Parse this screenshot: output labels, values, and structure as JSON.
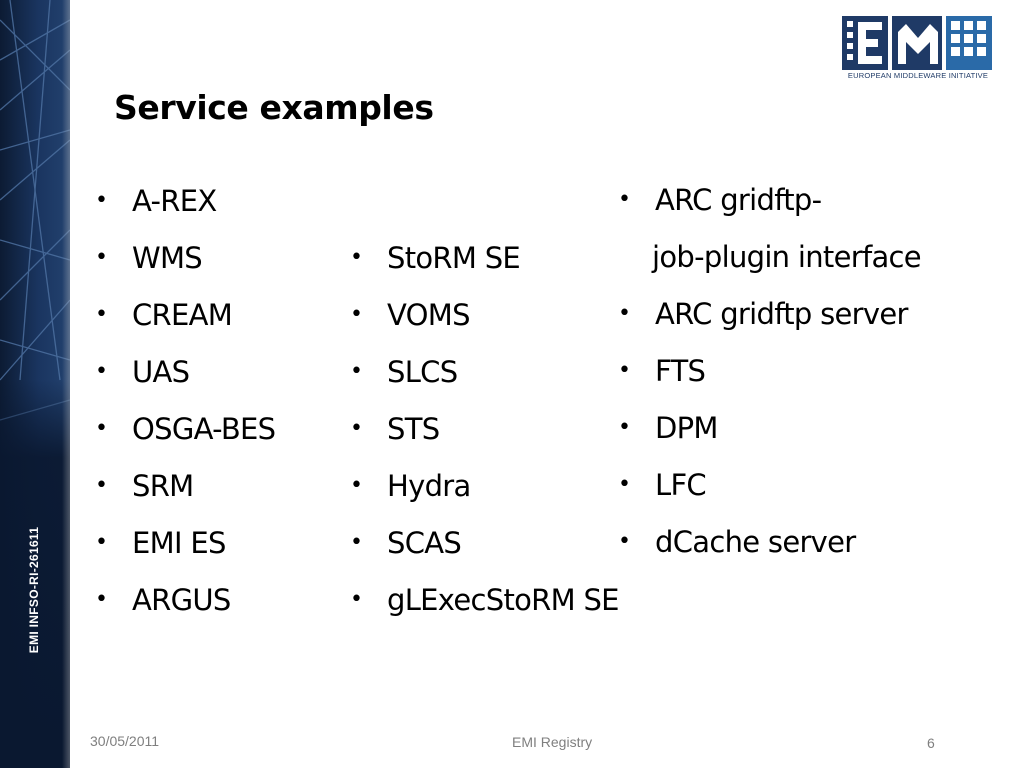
{
  "sidebar": {
    "text": "EMI INFSO-RI-261611"
  },
  "logo": {
    "caption": "EUROPEAN MIDDLEWARE INITIATIVE",
    "colors": {
      "primary": "#1f3a66",
      "accent": "#2a6aa8"
    }
  },
  "slide": {
    "title": "Service examples"
  },
  "columns": [
    {
      "items": [
        "A-REX",
        "WMS",
        "CREAM",
        "UAS",
        "OSGA-BES",
        "SRM",
        "EMI ES",
        "ARGUS"
      ]
    },
    {
      "items": [
        "StoRM SE",
        "VOMS",
        "SLCS",
        "STS",
        "Hydra",
        "SCAS",
        "gLExecStoRM SE"
      ]
    },
    {
      "items": [
        {
          "text": "ARC gridftp-",
          "bullet": true
        },
        {
          "text": "job-plugin interface",
          "bullet": false
        },
        {
          "text": "ARC gridftp server",
          "bullet": true
        },
        {
          "text": "FTS",
          "bullet": true
        },
        {
          "text": "DPM",
          "bullet": true
        },
        {
          "text": "LFC",
          "bullet": true
        },
        {
          "text": "dCache server",
          "bullet": true
        }
      ]
    }
  ],
  "footer": {
    "date": "30/05/2011",
    "center": "EMI Registry",
    "page": "6"
  }
}
